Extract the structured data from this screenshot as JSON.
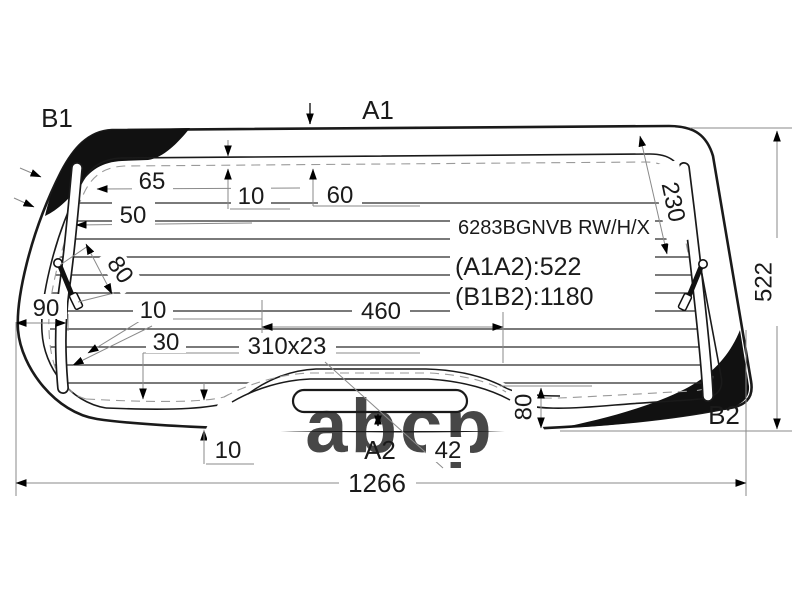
{
  "part": {
    "code": "6283BGNVB RW/H/X",
    "dim_a1a2": "(A1A2):522",
    "dim_b1b2": "(B1B2):1180"
  },
  "points": {
    "b1": "B1",
    "a1": "A1",
    "a2": "A2",
    "b2": "B2"
  },
  "dimensions": {
    "top_edge_offset": "10",
    "top_band": "60",
    "left_1": "65",
    "left_2": "50",
    "left_diagonal": "80",
    "left_width": "90",
    "right_diagonal": "230",
    "overall_height": "522",
    "mid_line_gap": "10",
    "bottom_gap": "30",
    "slot_size": "310x23",
    "center_span": "460",
    "bottom_right_height": "80",
    "bottom_edge_gap": "10",
    "a2_offset": "42",
    "overall_width": "1266"
  },
  "watermark": "abcp",
  "colors": {
    "line": "#1a1a1a",
    "dimension": "#8a8a8a",
    "ceramic": "#111111",
    "watermark": "#b4b4b4",
    "background": "#ffffff"
  }
}
